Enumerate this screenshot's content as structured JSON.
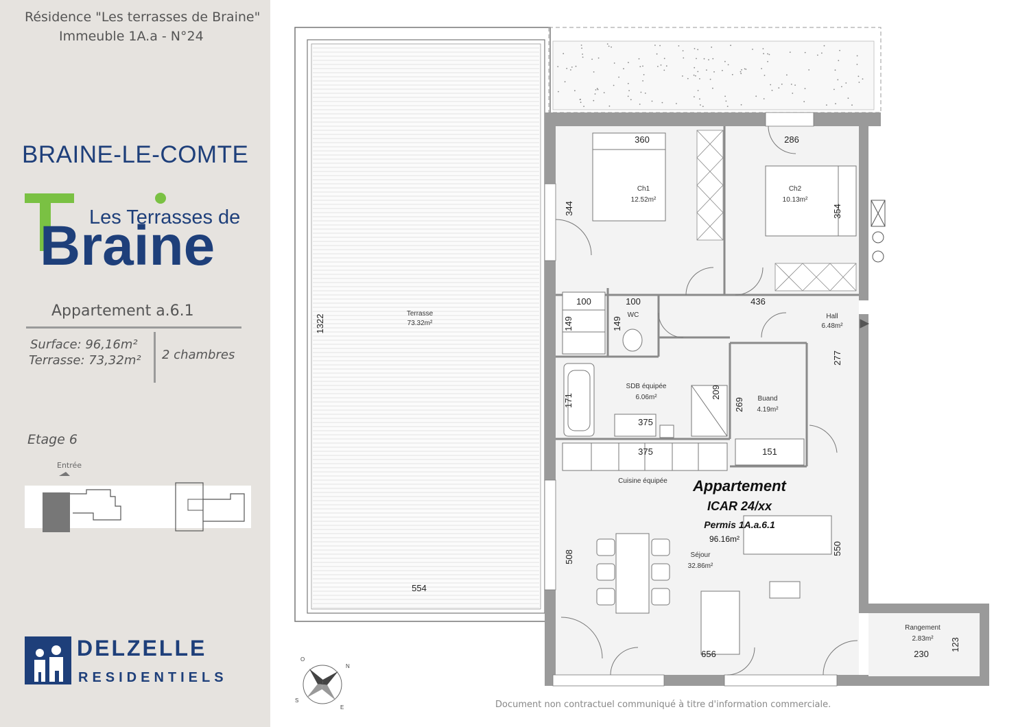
{
  "header": {
    "line1": "Résidence \"Les terrasses de Braine\"",
    "line2": "Immeuble 1A.a - N°24"
  },
  "city": "BRAINE-LE-COMTE",
  "logo": {
    "top_text": "Les Terrasses de",
    "big_text": "Braine"
  },
  "apartment": {
    "title": "Appartement a.6.1",
    "surface": "Surface:  96,16m²",
    "terrace": "Terrasse:  73,32m²",
    "bedrooms": "2 chambres"
  },
  "floor": "Etage 6",
  "keymap": {
    "entry_label": "Entrée"
  },
  "brand": {
    "line1": "DELZELLE",
    "line2": "RESIDENTIELS"
  },
  "plan": {
    "stamp": {
      "line1": "Appartement",
      "line2": "ICAR 24/xx",
      "line3": "Permis 1A.a.6.1",
      "area": "96.16m²"
    },
    "rooms": {
      "ch1_name": "Ch1",
      "ch1_area": "12.52m²",
      "ch2_name": "Ch2",
      "ch2_area": "10.13m²",
      "terrace_name": "Terrasse",
      "terrace_area": "73.32m²",
      "wc_name": "WC",
      "hall_name": "Hall",
      "hall_area": "6.48m²",
      "sdb_name": "SDB équipée",
      "sdb_area": "6.06m²",
      "buand_name": "Buand",
      "buand_area": "4.19m²",
      "kitchen_name": "Cuisine équipée",
      "sejour_name": "Séjour",
      "sejour_area": "32.86m²",
      "rangement_name": "Rangement",
      "rangement_area": "2.83m²"
    },
    "dims": {
      "d360": "360",
      "d286": "286",
      "d344": "344",
      "d354": "354",
      "d100a": "100",
      "d100b": "100",
      "d436": "436",
      "d149a": "149",
      "d149b": "149",
      "d1322": "1322",
      "d277": "277",
      "d171": "171",
      "d209": "209",
      "d269": "269",
      "d375a": "375",
      "d375b": "375",
      "d151": "151",
      "d508": "508",
      "d550": "550",
      "d554": "554",
      "d656": "656",
      "d230": "230",
      "d123": "123"
    },
    "compass": {
      "n": "N",
      "e": "E",
      "s": "S",
      "o": "O"
    }
  },
  "disclaimer": "Document non contractuel communiqué à titre d'information commerciale."
}
